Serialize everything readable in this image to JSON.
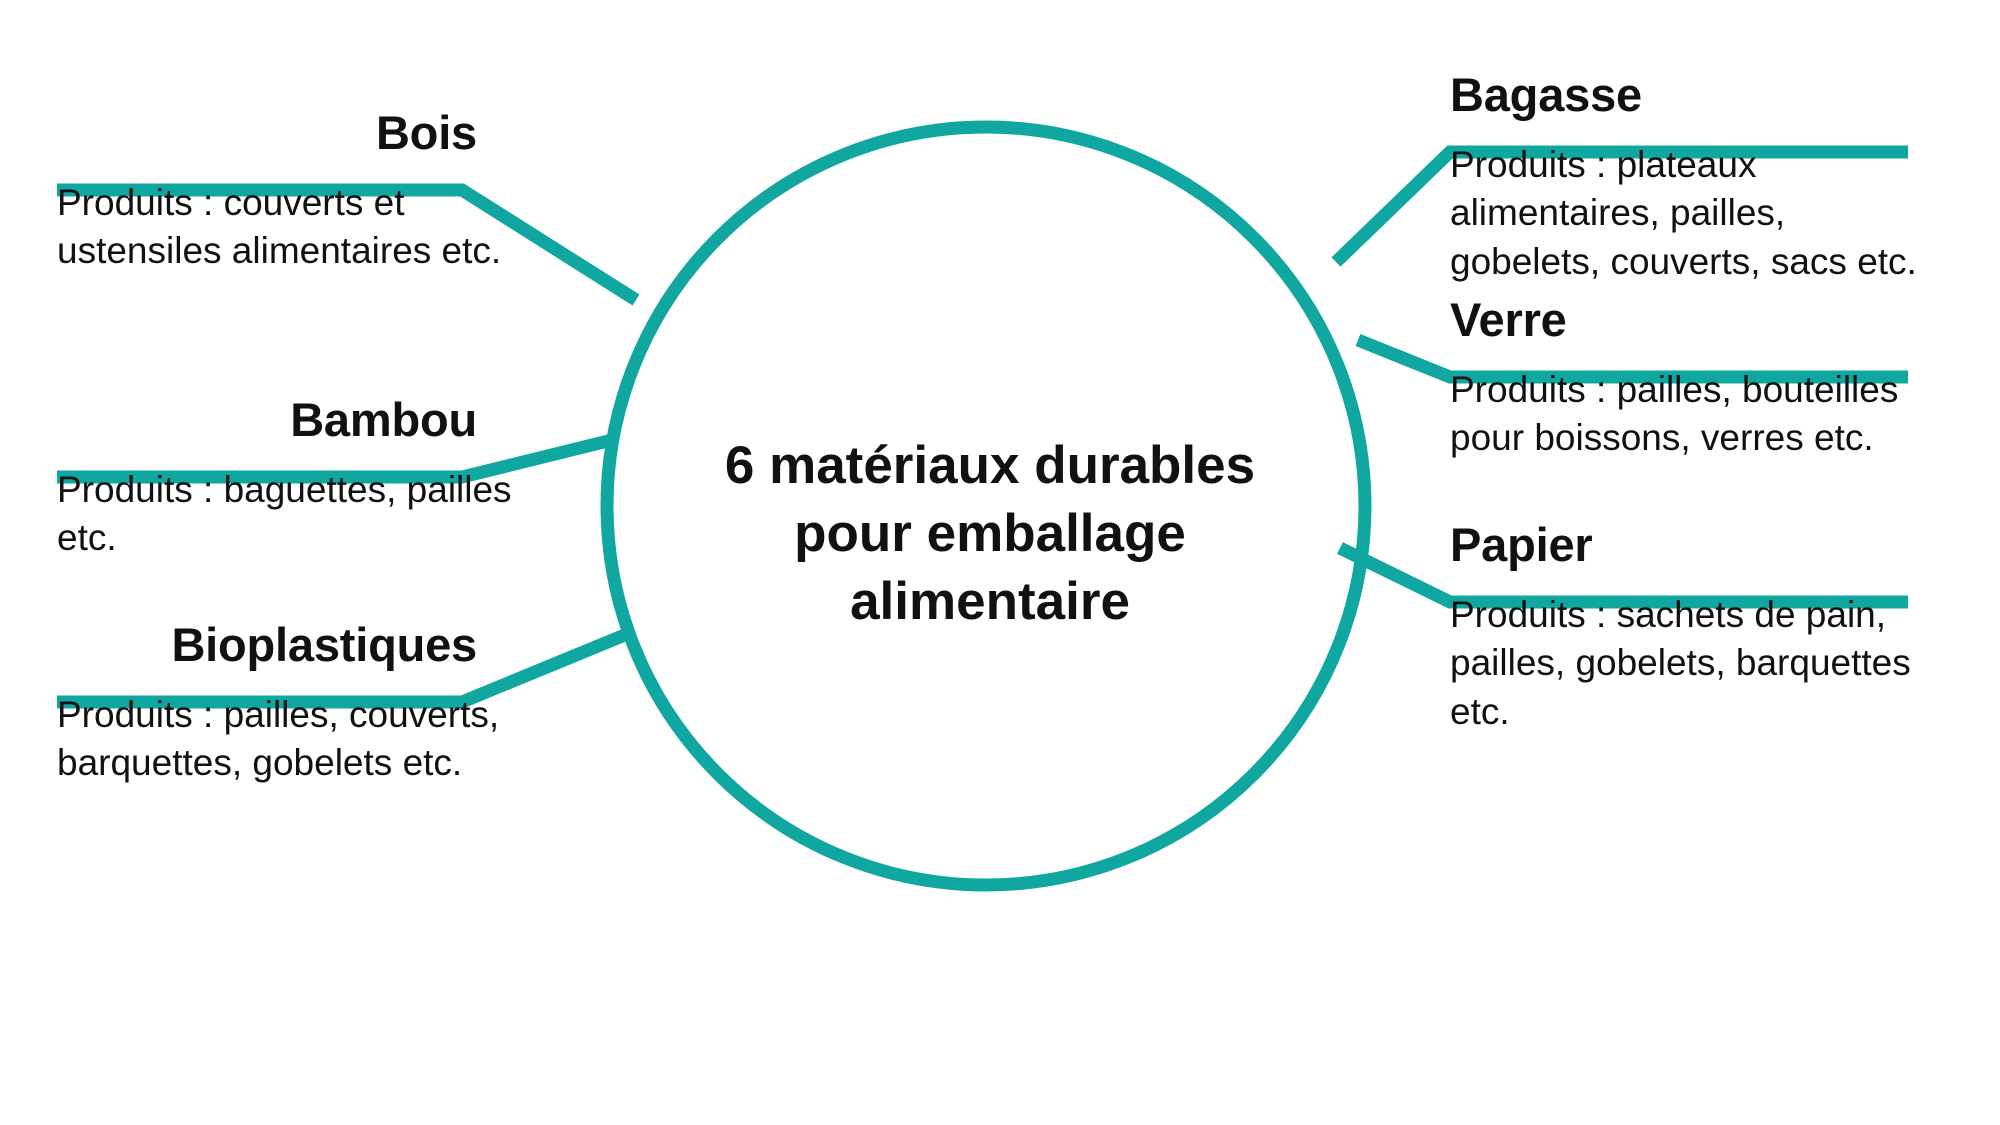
{
  "theme": {
    "accent": "#10a7a0",
    "text": "#111111",
    "background": "#ffffff"
  },
  "center": {
    "title": "6 matériaux durables pour emballage alimentaire",
    "line1": "6 matériaux durables",
    "line2": "pour emballage",
    "line3": "alimentaire"
  },
  "branches": {
    "left": [
      {
        "id": "bois",
        "title": "Bois",
        "description": "Produits : couverts et ustensiles alimentaires etc."
      },
      {
        "id": "bambou",
        "title": "Bambou",
        "description": "Produits : baguettes, pailles etc."
      },
      {
        "id": "bioplastiques",
        "title": "Bioplastiques",
        "description": "Produits : pailles, couverts, barquettes, gobelets etc."
      }
    ],
    "right": [
      {
        "id": "bagasse",
        "title": "Bagasse",
        "description": "Produits : plateaux alimentaires, pailles, gobelets, couverts, sacs etc."
      },
      {
        "id": "verre",
        "title": "Verre",
        "description": "Produits : pailles, bouteilles pour boissons, verres etc."
      },
      {
        "id": "papier",
        "title": "Papier",
        "description": "Produits : sachets de pain, pailles, gobelets, barquettes etc."
      }
    ]
  }
}
